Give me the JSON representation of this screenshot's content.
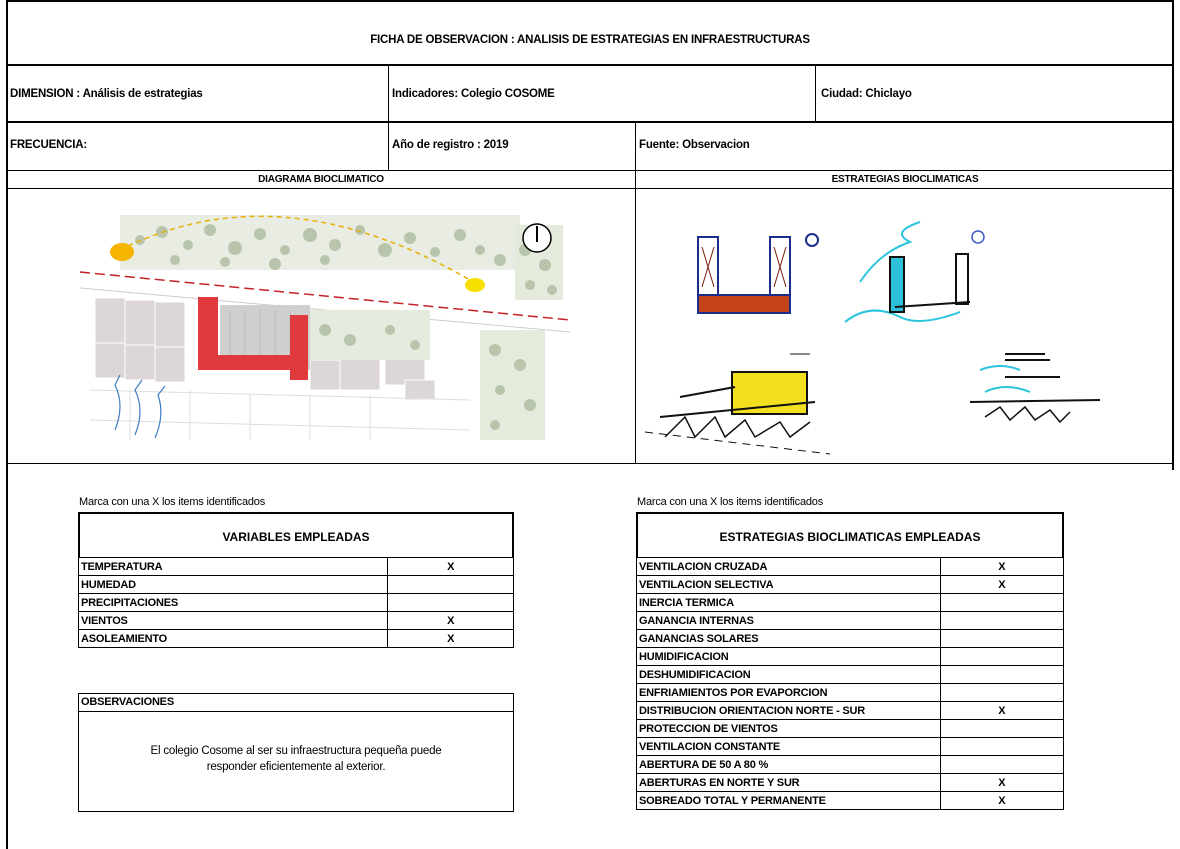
{
  "header": {
    "title": "FICHA DE OBSERVACION : ANALISIS DE ESTRATEGIAS EN INFRAESTRUCTURAS"
  },
  "info": {
    "dimension": "DIMENSION : Análisis de estrategias",
    "indicadores": "Indicadores: Colegio  COSOME",
    "ciudad": "Ciudad: Chiclayo",
    "frecuencia": "FRECUENCIA:",
    "anio": "Año de registro : 2019",
    "fuente": "Fuente: Observacion"
  },
  "sections": {
    "diagrama": "DIAGRAMA BIOCLIMATICO",
    "estrategias": "ESTRATEGIAS BIOCLIMATICAS"
  },
  "variables": {
    "instruction": "Marca con una X los items identificados",
    "header": "VARIABLES EMPLEADAS",
    "rows": [
      {
        "label": "TEMPERATURA",
        "mark": "X"
      },
      {
        "label": "HUMEDAD",
        "mark": ""
      },
      {
        "label": "PRECIPITACIONES",
        "mark": ""
      },
      {
        "label": "VIENTOS",
        "mark": "X"
      },
      {
        "label": "ASOLEAMIENTO",
        "mark": "X"
      }
    ]
  },
  "estrategias_empleadas": {
    "instruction": "Marca con una X los items identificados",
    "header": "ESTRATEGIAS BIOCLIMATICAS EMPLEADAS",
    "rows": [
      {
        "label": "VENTILACION CRUZADA",
        "mark": "X"
      },
      {
        "label": "VENTILACION SELECTIVA",
        "mark": "X"
      },
      {
        "label": "INERCIA TERMICA",
        "mark": ""
      },
      {
        "label": "GANANCIA INTERNAS",
        "mark": ""
      },
      {
        "label": "GANANCIAS SOLARES",
        "mark": ""
      },
      {
        "label": "HUMIDIFICACION",
        "mark": ""
      },
      {
        "label": "DESHUMIDIFICACION",
        "mark": ""
      },
      {
        "label": "ENFRIAMIENTOS POR EVAPORCION",
        "mark": ""
      },
      {
        "label": "DISTRIBUCION ORIENTACION NORTE - SUR",
        "mark": "X"
      },
      {
        "label": "PROTECCION DE VIENTOS",
        "mark": ""
      },
      {
        "label": "VENTILACION CONSTANTE",
        "mark": ""
      },
      {
        "label": "ABERTURA DE 50 A 80 %",
        "mark": ""
      },
      {
        "label": "ABERTURAS EN NORTE Y SUR",
        "mark": "X"
      },
      {
        "label": "SOBREADO TOTAL Y PERMANENTE",
        "mark": "X"
      }
    ]
  },
  "observaciones": {
    "header": "OBSERVACIONES",
    "text_line1": "El colegio Cosome al ser su infraestructura pequeña puede",
    "text_line2": "responder eficientemente al exterior."
  }
}
